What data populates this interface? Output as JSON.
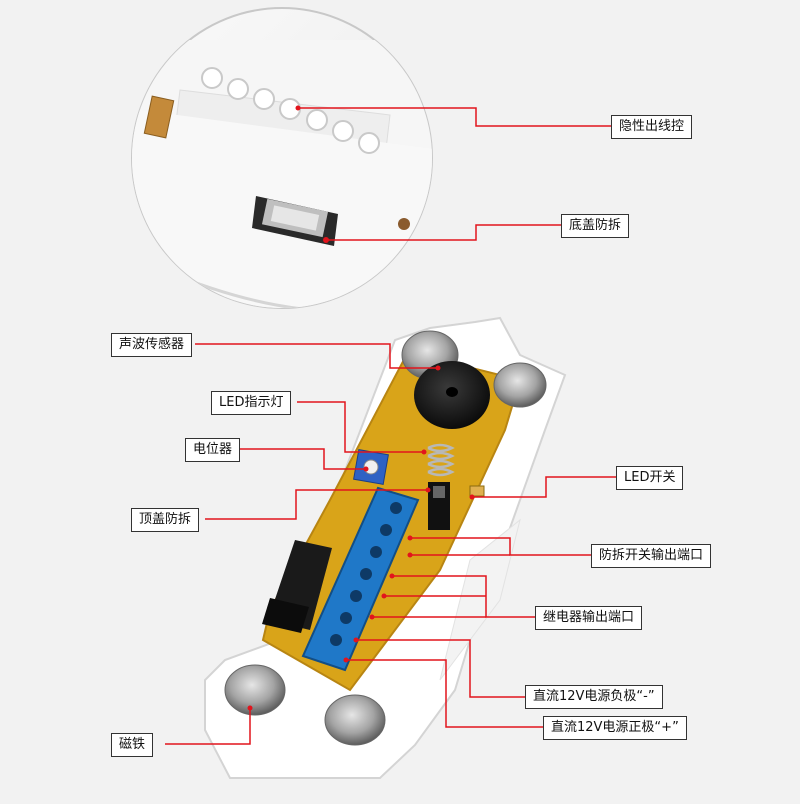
{
  "colors": {
    "leader": "#e2141c",
    "pcb": "#d9a419",
    "terminal": "#1f78c8",
    "relay": "#1a1a1a",
    "housing": "#ffffff",
    "magnet": "#9a9a9a"
  },
  "labels": {
    "hidden_wiring": "隐性出线控",
    "bottom_tamper": "底盖防拆",
    "sonic_sensor": "声波传感器",
    "led_indicator": "LED指示灯",
    "potentiometer": "电位器",
    "top_tamper": "顶盖防拆",
    "led_switch": "LED开关",
    "tamper_output": "防拆开关输出端口",
    "relay_output": "继电器输出端口",
    "dc_negative": "直流12V电源负极“-”",
    "dc_positive": "直流12V电源正极“+”",
    "magnet": "磁铁"
  }
}
